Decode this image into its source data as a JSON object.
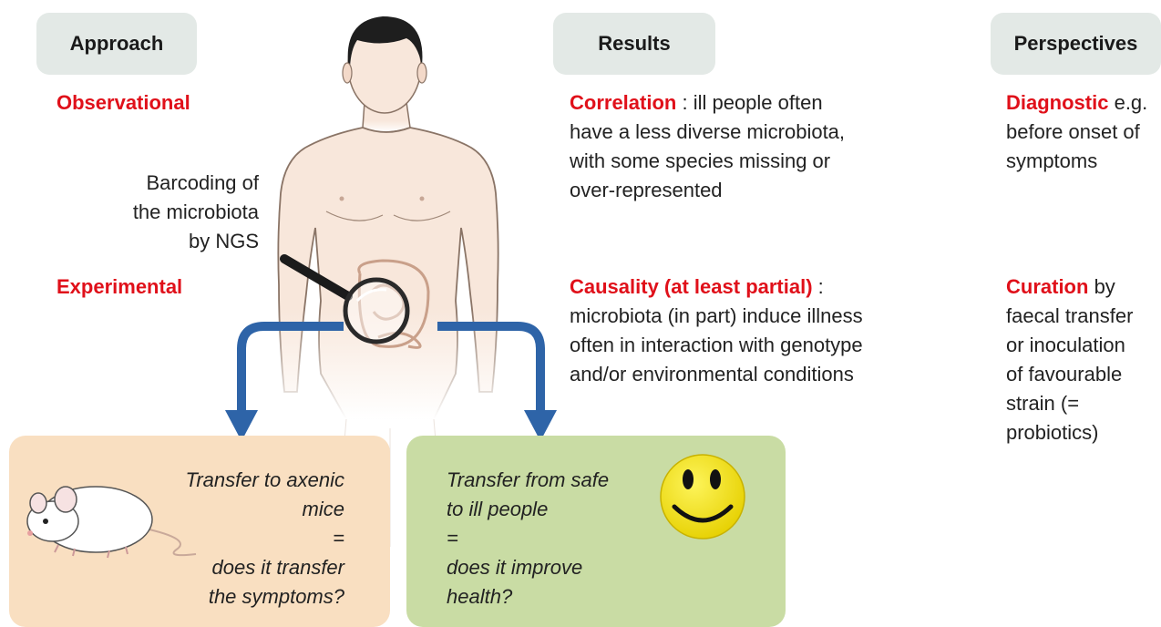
{
  "headers": {
    "approach": "Approach",
    "results": "Results",
    "perspectives": "Perspectives"
  },
  "approach": {
    "observational": "Observational",
    "experimental": "Experimental",
    "barcoding_lines": [
      "Barcoding of",
      "the microbiota",
      "by NGS"
    ]
  },
  "results": {
    "correlation_term": "Correlation",
    "correlation_rest": " : ill people often",
    "correlation_lines": [
      "have a less diverse microbiota,",
      "with some species missing or",
      "over-represented"
    ],
    "causality_term": "Causality (at least partial)",
    "causality_rest": " :",
    "causality_lines": [
      "microbiota (in part) induce illness",
      "often in interaction with genotype",
      "and/or environmental conditions"
    ]
  },
  "perspectives": {
    "diagnostic_term": "Diagnostic",
    "diagnostic_rest": " e.g.",
    "diagnostic_lines": [
      "before onset of",
      "symptoms"
    ],
    "curation_term": "Curation",
    "curation_rest": " by",
    "curation_lines": [
      "faecal transfer",
      "or inoculation",
      "of favourable",
      "strain (=",
      "probiotics)"
    ]
  },
  "boxes": {
    "mice_lines": [
      "Transfer to axenic",
      "mice",
      "=",
      "does it transfer",
      "the symptoms?"
    ],
    "people_lines": [
      "Transfer from safe",
      "to ill people",
      "=",
      "does it improve",
      "health?"
    ]
  },
  "colors": {
    "accent_red": "#e0101a",
    "header_bg": "#e3e9e6",
    "arrow_blue": "#2e64a8",
    "mice_box_bg": "#f9dfc1",
    "people_box_bg": "#c9dca4",
    "smiley_yellow": "#f2e010"
  },
  "icons": [
    "human-body-figure",
    "magnifier-icon",
    "intestine-icon",
    "mouse-icon",
    "smiley-icon",
    "arrow-down-left",
    "arrow-down-right"
  ]
}
